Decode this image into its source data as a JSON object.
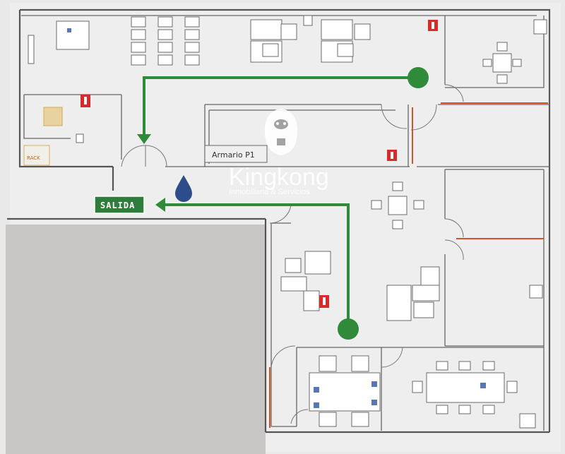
{
  "plan": {
    "room_label": "Armario P1",
    "exit_sign": "SALIDA",
    "rack_label": "RACK",
    "watermark": {
      "brand": "Kingkong",
      "tagline": "Inmobiliaria & Servicios"
    }
  },
  "colors": {
    "route": "#2f8a3a",
    "exit_sign_bg": "#2f7d3a",
    "extinguisher": "#d62b2b",
    "water_drop": "#2d4d8a",
    "walls": "#555555",
    "background": "#ececec",
    "gray_block": "#c9c8c7"
  },
  "icons": [
    "fire-extinguisher-icon",
    "water-drop-icon",
    "assembly-point-icon",
    "exit-arrow-icon",
    "gorilla-logo-icon"
  ]
}
